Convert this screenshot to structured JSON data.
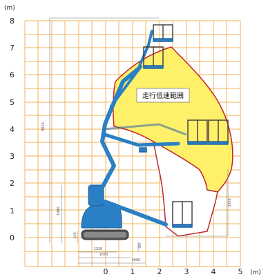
{
  "units": {
    "y_unit": "(m)",
    "x_unit": "(m)"
  },
  "axes": {
    "y_ticks": [
      "8",
      "7",
      "6",
      "5",
      "4",
      "3",
      "2",
      "1",
      "0"
    ],
    "x_ticks": [
      "0",
      "1",
      "2",
      "3",
      "4",
      "5"
    ]
  },
  "zone": {
    "label": "走行低速範囲"
  },
  "dimensions": {
    "total_height": "8010",
    "right_height": "3350",
    "mid_height": "1980",
    "base_height": "458",
    "d1": "1320",
    "d2": "1870",
    "d3": "4060",
    "d_small": "380"
  },
  "colors": {
    "grid": "#f0b35a",
    "zone_fill": "#fff06a",
    "zone_edge": "#c0262c",
    "machine_blue": "#2a7fc5",
    "machine_dark": "#1f5f99",
    "platform_frame": "#3a3a3a"
  }
}
